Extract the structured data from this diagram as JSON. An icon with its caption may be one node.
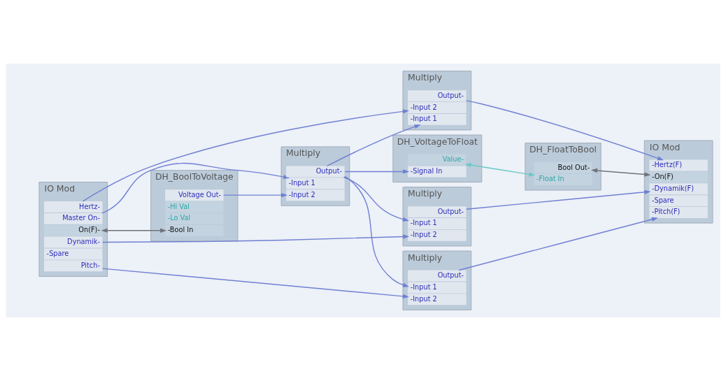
{
  "diagram": {
    "nodes": [
      {
        "text": [
          "IO Mod"
        ]
      },
      {
        "text": [
          "Master On-"
        ],
        "in": 0
      },
      {
        "text": [
          "Hertz-"
        ],
        "in": 0
      },
      {
        "text": [
          "Dynamik-"
        ],
        "in": 0
      },
      {
        "text": [
          "On(F)-"
        ],
        "in": 0
      },
      {
        "text": [
          "Pitch-"
        ],
        "in": 0
      },
      {
        "text": [
          "-Spare"
        ],
        "in": 0
      },
      {
        "text": [
          "DH_BoolToVoltage"
        ]
      },
      {
        "text": [
          "-Bool In"
        ],
        "in": 7
      },
      {
        "text": [
          "-Lo Val"
        ],
        "in": 7
      },
      {
        "text": [
          "-Hi Val"
        ],
        "in": 7
      },
      {
        "text": [
          "Voltage Out-"
        ],
        "in": 7
      },
      {
        "text": [
          "Multiply"
        ]
      },
      {
        "text": [
          "-Input 1"
        ],
        "in": 12
      },
      {
        "text": [
          "-Input 2"
        ],
        "in": 12
      },
      {
        "text": [
          "Output-"
        ],
        "in": 12
      },
      {
        "text": [
          "DH_VoltageToFloat"
        ]
      },
      {
        "text": [
          "-Signal In"
        ],
        "in": 16
      },
      {
        "text": [
          "Value-"
        ],
        "in": 16
      },
      {
        "text": [
          "DH_FloatToBool"
        ]
      },
      {
        "text": [
          "-Float In"
        ],
        "in": 19
      },
      {
        "text": [
          "Bool Out-"
        ],
        "in": 19
      },
      {
        "text": [
          "Multiply"
        ]
      },
      {
        "text": [
          "-Input 1"
        ],
        "in": 22
      },
      {
        "text": [
          "-Input 2"
        ],
        "in": 22
      },
      {
        "text": [
          "Output-"
        ],
        "in": 22
      },
      {
        "text": [
          "Multiply"
        ]
      },
      {
        "text": [
          "-Input 1"
        ],
        "in": 26
      },
      {
        "text": [
          "-Input 2"
        ],
        "in": 26
      },
      {
        "text": [
          "Output-"
        ],
        "in": 26
      },
      {
        "text": [
          "Multiply"
        ]
      },
      {
        "text": [
          "-Input 1"
        ],
        "in": 30
      },
      {
        "text": [
          "-Input 2"
        ],
        "in": 30
      },
      {
        "text": [
          "Output-"
        ],
        "in": 30
      },
      {
        "text": [
          "IO Mod"
        ]
      },
      {
        "text": [
          "-On(F)"
        ],
        "in": 34
      },
      {
        "text": [
          "-Hertz(F)"
        ],
        "in": 34
      },
      {
        "text": [
          "-Dynamik(F)"
        ],
        "in": 34
      },
      {
        "text": [
          "-Pitch(F)"
        ],
        "in": 34
      },
      {
        "text": [
          "-Spare"
        ],
        "in": 34
      }
    ],
    "edges": [
      {
        "from": 1,
        "to": 13,
        "arrow": "to"
      },
      {
        "from": 2,
        "to": 24,
        "arrow": "to"
      },
      {
        "from": 3,
        "to": 28,
        "arrow": "to"
      },
      {
        "from": 4,
        "to": 8,
        "arrow": "both",
        "color": "#707378"
      },
      {
        "from": 5,
        "to": 32,
        "arrow": "to"
      },
      {
        "from": 11,
        "to": 14,
        "arrow": "to"
      },
      {
        "from": 15,
        "to": 23,
        "arrow": "to"
      },
      {
        "from": 15,
        "to": 27,
        "arrow": "to"
      },
      {
        "from": 15,
        "to": 31,
        "arrow": "to"
      },
      {
        "from": 15,
        "to": 17,
        "arrow": "to"
      },
      {
        "from": 18,
        "to": 20,
        "arrow": "both",
        "color": "#6cc8c8"
      },
      {
        "from": 21,
        "to": 35,
        "arrow": "both",
        "color": "#707378"
      },
      {
        "from": 25,
        "to": 36,
        "arrow": "to"
      },
      {
        "from": 29,
        "to": 37,
        "arrow": "to"
      },
      {
        "from": 33,
        "to": 38,
        "arrow": "to"
      }
    ]
  }
}
